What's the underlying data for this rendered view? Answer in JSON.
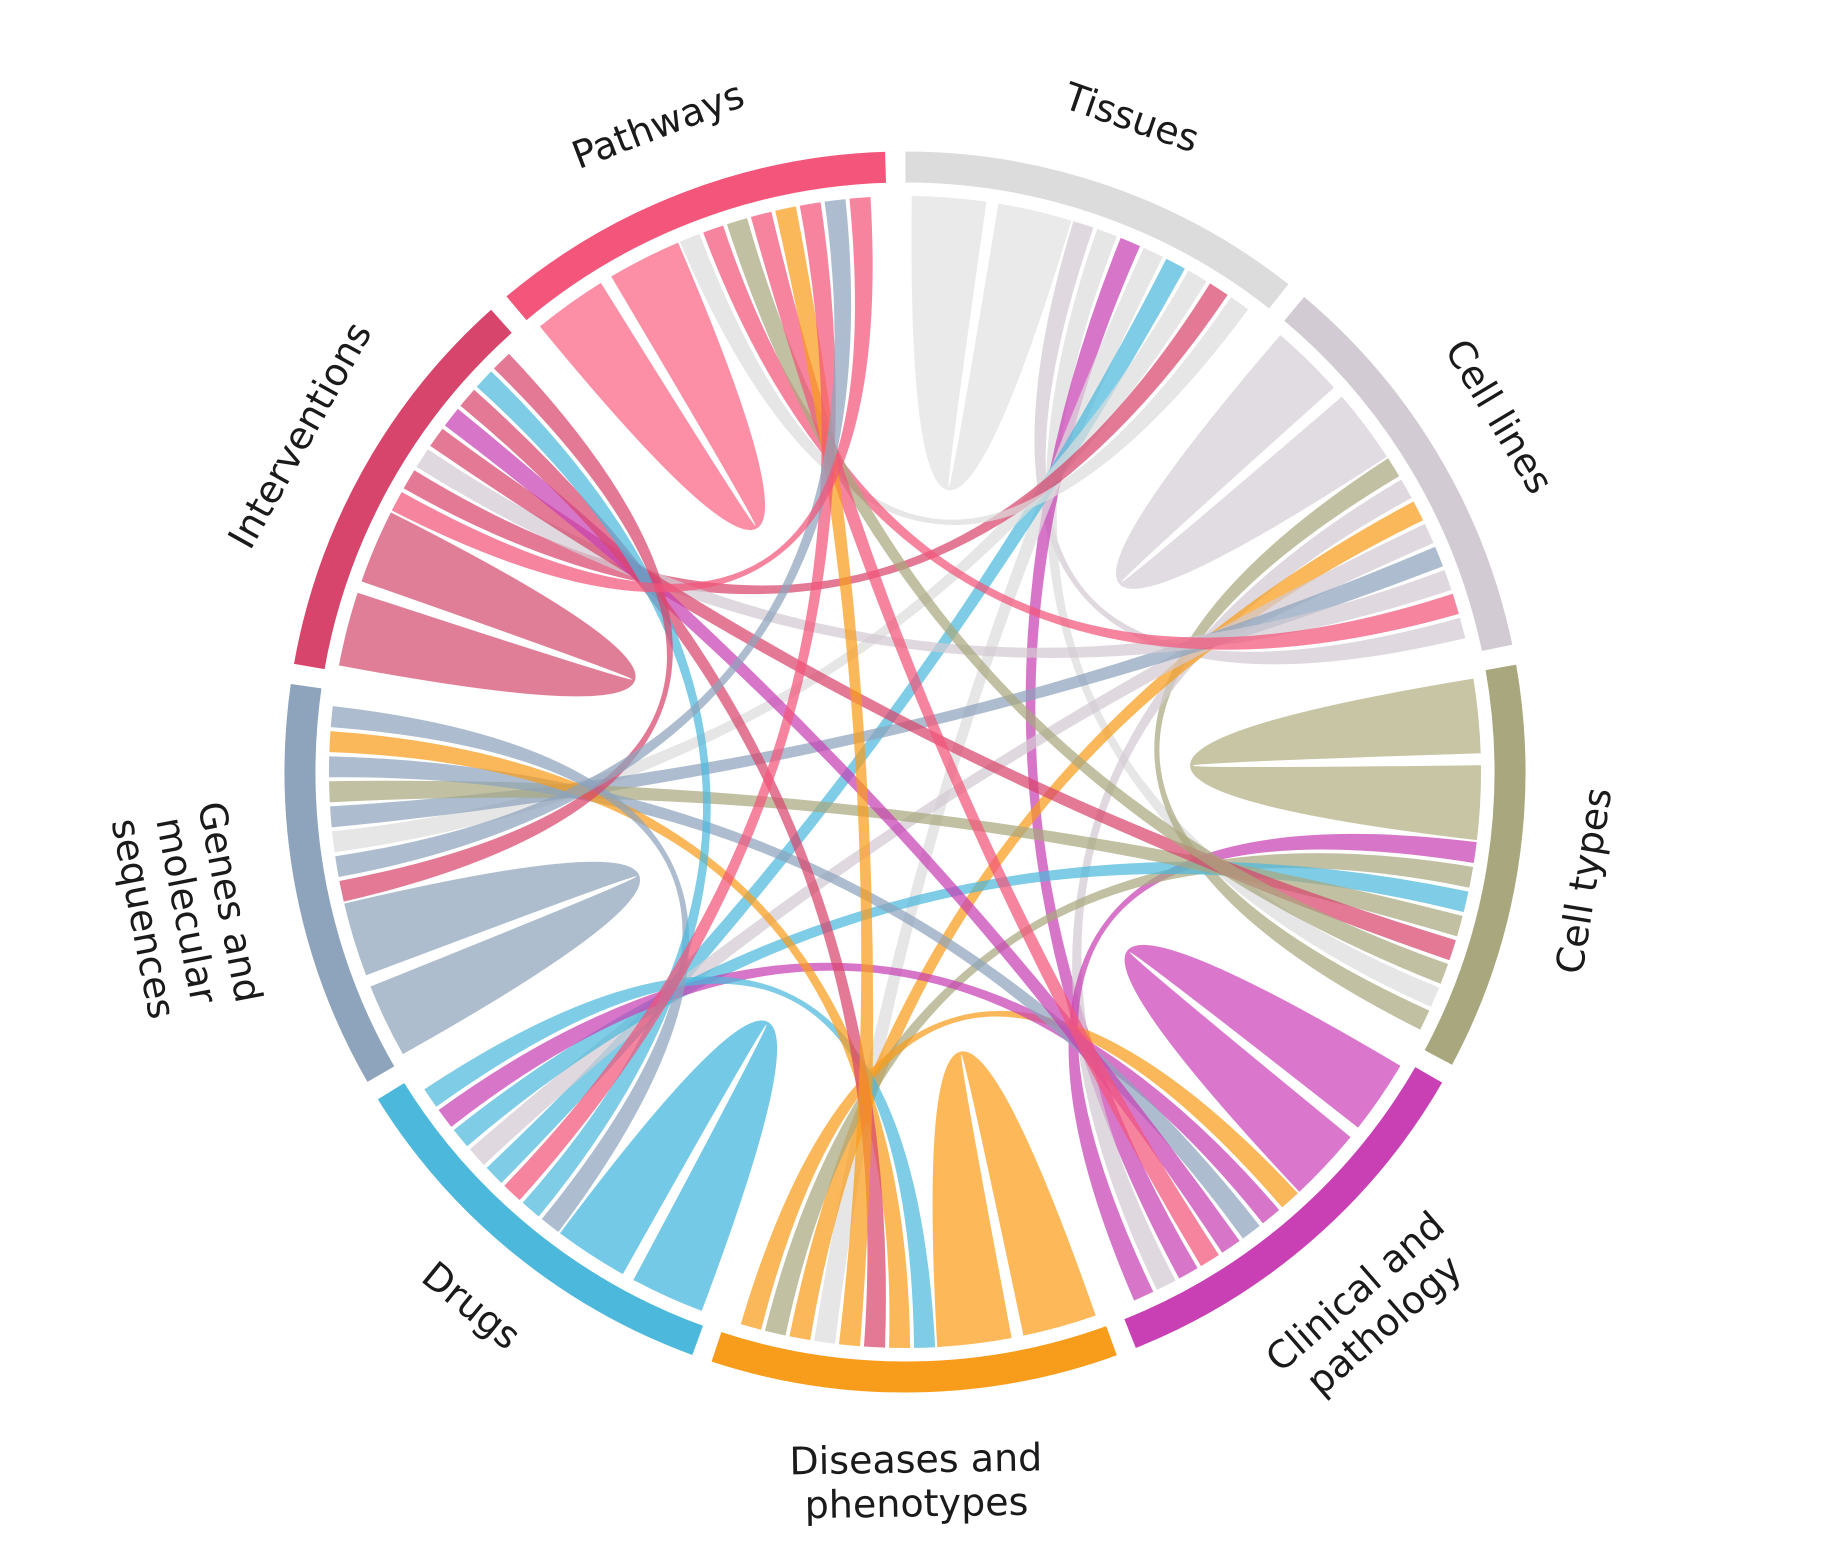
{
  "chart_data": {
    "type": "chord",
    "groups": [
      {
        "id": "tissues",
        "lines": [
          "Tissues"
        ],
        "color": "#dcdcdc",
        "inner": "#e6e6e6"
      },
      {
        "id": "cell-lines",
        "lines": [
          "Cell lines"
        ],
        "color": "#d3cbd3",
        "inner": "#dcd6dc"
      },
      {
        "id": "cell-types",
        "lines": [
          "Cell types"
        ],
        "color": "#a9a77e",
        "inner": "#bdbb93"
      },
      {
        "id": "clinical-and-pathology",
        "lines": [
          "Clinical and",
          "pathology"
        ],
        "color": "#c840b4",
        "inner": "#d35fc3"
      },
      {
        "id": "diseases-and-phenotypes",
        "lines": [
          "Diseases and",
          "phenotypes"
        ],
        "color": "#f89c1c",
        "inner": "#fbab3c"
      },
      {
        "id": "drugs",
        "lines": [
          "Drugs"
        ],
        "color": "#4cb8dc",
        "inner": "#5cc0e2"
      },
      {
        "id": "genes-and-molecular-sequences",
        "lines": [
          "Genes and",
          "molecular",
          "sequences"
        ],
        "color": "#8ea4bc",
        "inner": "#9fb1c6"
      },
      {
        "id": "interventions",
        "lines": [
          "Interventions"
        ],
        "color": "#d8456c",
        "inner": "#db6785"
      },
      {
        "id": "pathways",
        "lines": [
          "Pathways"
        ],
        "color": "#f4557a",
        "inner": "#fb7a96"
      }
    ]
  }
}
